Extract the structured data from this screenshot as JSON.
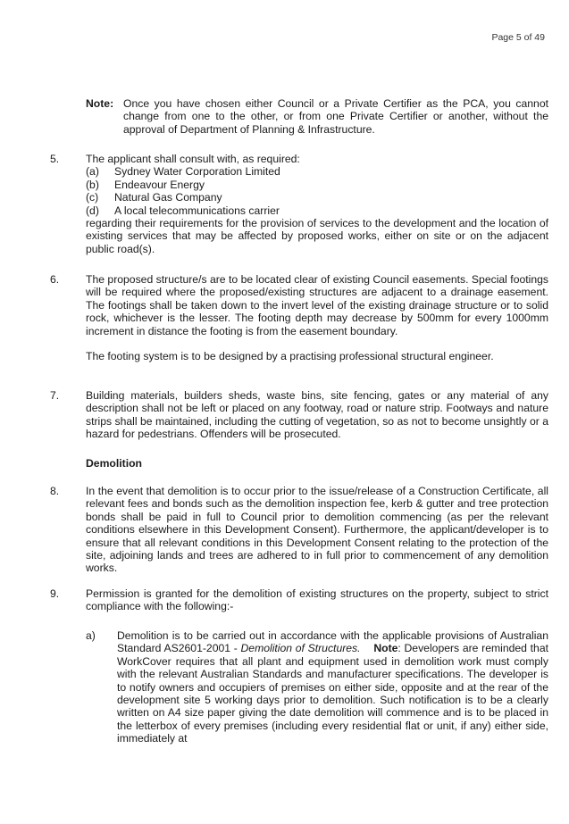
{
  "header": {
    "page_number": "Page 5 of 49"
  },
  "note": {
    "label": "Note:",
    "text": "Once you have chosen either Council or a Private Certifier as the PCA, you cannot change from one to the other, or from one Private Certifier or another, without the approval of Department of Planning & Infrastructure."
  },
  "item5": {
    "number": "5.",
    "intro": "The applicant shall consult with, as required:",
    "subs": [
      {
        "label": "(a)",
        "text": "Sydney Water Corporation Limited"
      },
      {
        "label": "(b)",
        "text": "Endeavour Energy"
      },
      {
        "label": "(c)",
        "text": "Natural Gas Company"
      },
      {
        "label": "(d)",
        "text": "A local telecommunications carrier"
      }
    ],
    "tail": "regarding their requirements for the provision of services to the development and the location of existing services that may be affected by proposed works, either on site or on the adjacent public road(s)."
  },
  "item6": {
    "number": "6.",
    "text": "The proposed structure/s are to be located clear of existing Council easements. Special footings will be required where the proposed/existing structures are adjacent to a drainage easement. The footings shall be taken down to the invert level of the existing drainage structure or to solid rock, whichever is the lesser. The footing depth may decrease by 500mm for every 1000mm increment in distance the footing is from the easement boundary.",
    "text2": "The footing system is to be designed by a practising professional structural engineer."
  },
  "item7": {
    "number": "7.",
    "text": "Building materials, builders sheds, waste bins, site fencing, gates or any material of any description shall not be left or placed on any footway, road or nature strip.  Footways and nature strips shall be maintained, including the cutting of vegetation, so as not to become unsightly or a hazard for pedestrians.  Offenders will be prosecuted."
  },
  "demolition_heading": "Demolition",
  "item8": {
    "number": "8.",
    "text": "In the event that demolition is to occur prior to the issue/release of a Construction Certificate, all relevant fees and bonds such as the demolition inspection fee, kerb & gutter and tree protection bonds shall be paid in full to Council prior to demolition commencing (as per the relevant conditions elsewhere in this Development Consent). Furthermore, the applicant/developer is to ensure that all relevant conditions in this Development Consent relating to the protection of the site, adjoining lands and trees are adhered to in full prior to commencement of any demolition works."
  },
  "item9": {
    "number": "9.",
    "text": "Permission is granted for the demolition of existing structures on the property, subject to strict compliance with the following:-",
    "sub_a": {
      "label": "a)",
      "text_pre": "Demolition is to be carried out in accordance with the applicable provisions of Australian Standard AS2601-2001 - ",
      "text_italic": "Demolition of Structures.",
      "note_label": "Note",
      "text_post": ": Developers are reminded that WorkCover requires that all plant and equipment used in demolition work must comply with the relevant Australian Standards and manufacturer specifications. The developer is to notify owners and occupiers of premises on either side, opposite and at the rear of the development site 5 working days prior to demolition.  Such notification is to be a clearly written on A4 size paper giving the date demolition will commence and is to be placed in the letterbox of every premises (including every residential flat or unit, if any) either side, immediately at"
    }
  }
}
